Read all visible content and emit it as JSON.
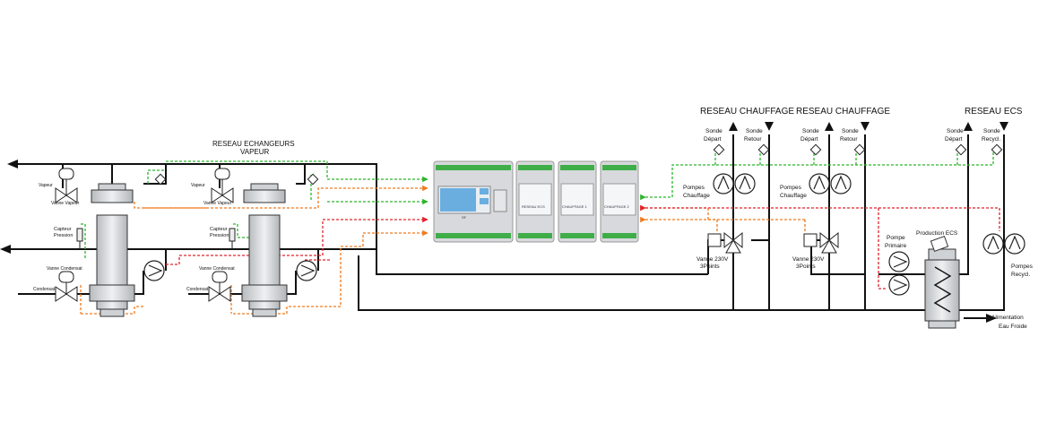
{
  "labels": {
    "reseau_echangeurs_l1": "RESEAU ECHANGEURS",
    "reseau_echangeurs_l2": "VAPEUR",
    "vapeur_1": "Vapeur",
    "vanne_vapeur_1": "Vanne Vapeur",
    "vapeur_2": "Vapeur",
    "vanne_vapeur_2": "Vanne Vapeur",
    "capteur_1_l1": "Capteur",
    "capteur_1_l2": "Pression",
    "capteur_2_l1": "Capteur",
    "capteur_2_l2": "Pression",
    "vanne_condensat_1": "Vanne Condensat",
    "condensat_1": "Condensat",
    "vanne_condensat_2": "Vanne Condensat",
    "condensat_2": "Condensat",
    "reseau_chauffage_1": "RESEAU CHAUFFAGE",
    "reseau_chauffage_2": "RESEAU CHAUFFAGE",
    "reseau_ecs": "RESEAU ECS",
    "sonde_depart_1_l1": "Sonde",
    "sonde_depart_1_l2": "Départ",
    "sonde_retour_1_l1": "Sonde",
    "sonde_retour_1_l2": "Retour",
    "sonde_depart_2_l1": "Sonde",
    "sonde_depart_2_l2": "Départ",
    "sonde_retour_2_l1": "Sonde",
    "sonde_retour_2_l2": "Retour",
    "sonde_depart_3_l1": "Sonde",
    "sonde_depart_3_l2": "Départ",
    "sonde_recycl_l1": "Sonde",
    "sonde_recycl_l2": "Recycl.",
    "pompes_chauffage_1_l1": "Pompes",
    "pompes_chauffage_1_l2": "Chauffage",
    "pompes_chauffage_2_l1": "Pompes",
    "pompes_chauffage_2_l2": "Chauffage",
    "vanne230_1_l1": "Vanne 230V",
    "vanne230_1_l2": "3Points",
    "vanne230_2_l1": "Vanne 230V",
    "vanne230_2_l2": "3Points",
    "pompe_primaire_l1": "Pompe",
    "pompe_primaire_l2": "Primaire",
    "production_ecs": "Production ECS",
    "pompes_recycl_l1": "Pompes",
    "pompes_recycl_l2": "Recycl.",
    "alimentation_l1": "Alimentation",
    "alimentation_l2": "Eau Froide"
  },
  "modules": {
    "main_brand": "SF",
    "m2_title": "RESEAU ECS",
    "m3_title": "CHAUFFAGE 1",
    "m4_title": "CHAUFFAGE 2"
  },
  "colors": {
    "pipe": "#111111",
    "signal_green": "#2bb52b",
    "signal_orange": "#f07a1e",
    "signal_red": "#e0242c",
    "module_body": "#d7d9dc",
    "module_terminal": "#3fae49",
    "lcd": "#6aaee0",
    "exchanger_body": "#d9dbdd"
  }
}
